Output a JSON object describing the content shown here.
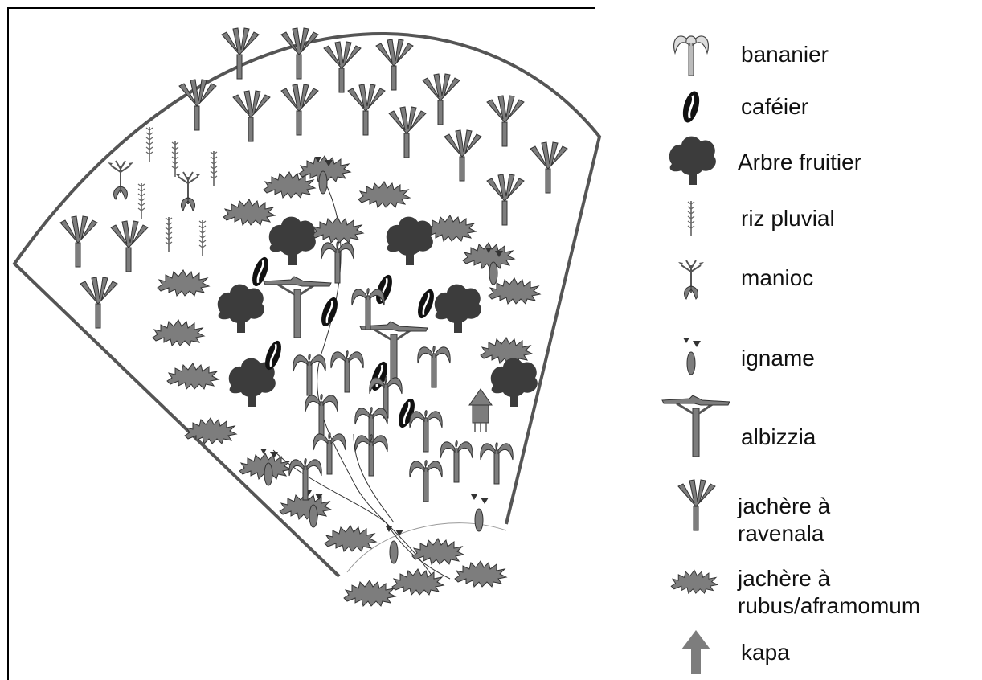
{
  "legend": {
    "items": [
      {
        "key": "bananier",
        "label": "bananier",
        "icon": "banana-tree-icon"
      },
      {
        "key": "cafeier",
        "label": "caféier",
        "icon": "coffee-bean-icon"
      },
      {
        "key": "arbre",
        "label": "Arbre fruitier",
        "icon": "fruit-tree-icon"
      },
      {
        "key": "riz",
        "label": "riz pluvial",
        "icon": "rice-icon"
      },
      {
        "key": "manioc",
        "label": "manioc",
        "icon": "cassava-icon"
      },
      {
        "key": "igname",
        "label": "igname",
        "icon": "yam-icon"
      },
      {
        "key": "albizzia",
        "label": "albizzia",
        "icon": "albizzia-tree-icon"
      },
      {
        "key": "ravenala_line1",
        "label": "jachère à",
        "icon": "ravenala-icon"
      },
      {
        "key": "ravenala_line2",
        "label": "ravenala"
      },
      {
        "key": "rubus_line1",
        "label": "jachère à",
        "icon": "rubus-icon"
      },
      {
        "key": "rubus_line2",
        "label": "rubus/aframomum"
      },
      {
        "key": "kapa",
        "label": "kapa",
        "icon": "kapa-hut-icon"
      }
    ]
  },
  "colors": {
    "symbol": "#7d7d7d",
    "dark": "#3c3c3c",
    "outline": "#555555",
    "line": "#222222"
  }
}
